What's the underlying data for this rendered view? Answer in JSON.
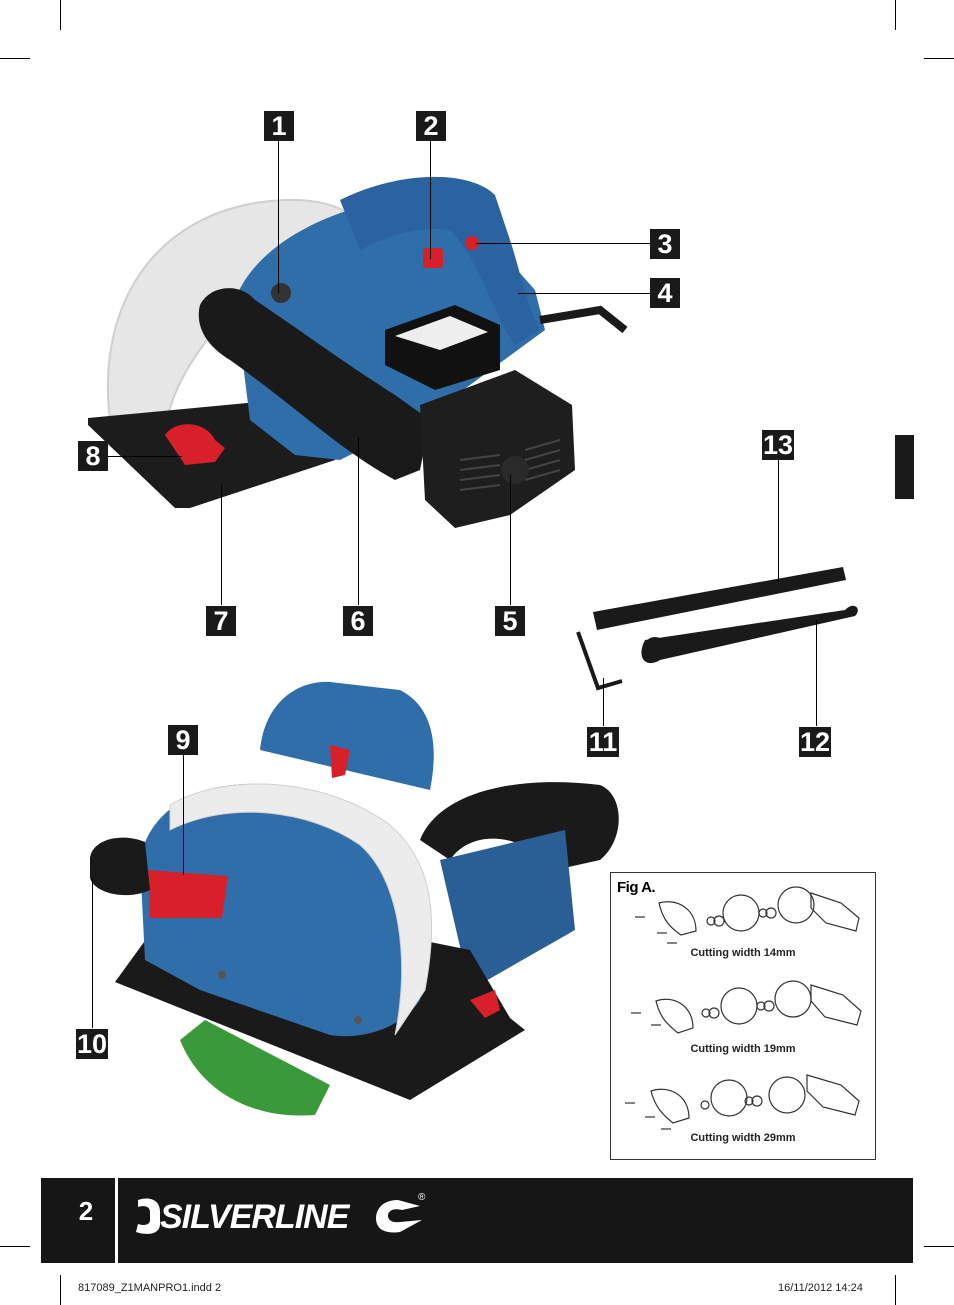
{
  "callouts": [
    "1",
    "2",
    "3",
    "4",
    "5",
    "6",
    "7",
    "8",
    "9",
    "10",
    "11",
    "12",
    "13"
  ],
  "figure": {
    "title": "Fig A.",
    "captions": [
      "Cutting width 14mm",
      "Cutting width 19mm",
      "Cutting width 29mm"
    ]
  },
  "footer": {
    "page_number": "2",
    "brand": "SILVERLINE",
    "registered_mark": "®"
  },
  "imprint": {
    "file": "817089_Z1MANPRO1.indd   2",
    "datetime": "16/11/2012   14:24"
  },
  "colors": {
    "tool_blue": "#2f6ea8",
    "guard_white": "#e6e6e6",
    "trigger_red": "#d8202a",
    "diamond_green": "#3a9a3a",
    "bar_black": "#161616"
  }
}
